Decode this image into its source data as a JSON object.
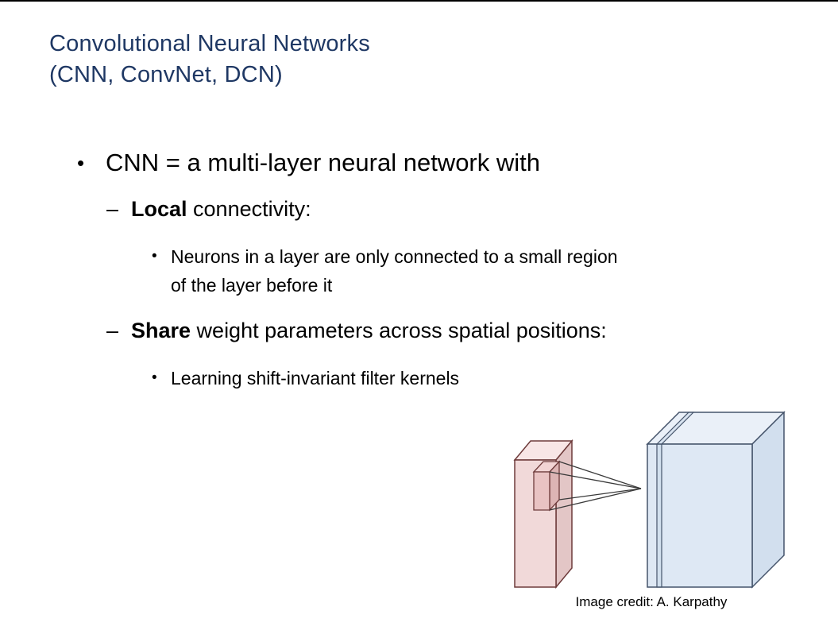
{
  "slide": {
    "title": {
      "line1": "Convolutional Neural Networks",
      "line2": "(CNN, ConvNet, DCN)"
    },
    "markers": {
      "level1": "•",
      "level2": "–",
      "level3": "•"
    },
    "content": {
      "intro": "CNN = a multi-layer neural network with",
      "local": {
        "bold": "Local",
        "rest": " connectivity:"
      },
      "local_sub": {
        "line1": "Neurons in a layer are only connected to a small region",
        "line2": "of the layer before it"
      },
      "share": {
        "bold": "Share",
        "rest": " weight parameters across spatial positions:"
      },
      "share_sub": "Learning shift-invariant filter kernels"
    },
    "caption": "Image credit: A. Karpathy",
    "colors": {
      "title_color": "#1f3864",
      "body_color": "#000000",
      "slab_front": "#f1d9d9",
      "slab_top": "#f8e6e6",
      "slab_side": "#e3c6c6",
      "slab_edge": "#6e3b3b",
      "rf_front": "#e9c3c3",
      "rf_top": "#f2d4d4",
      "rf_side": "#ddb4b4",
      "cube_front": "#dee8f4",
      "cube_top": "#eaf0f8",
      "cube_side": "#d2dfee",
      "cube_edge": "#45546b",
      "slice_fill": "#c9d8ea",
      "line_color": "#3a3a3a"
    }
  }
}
